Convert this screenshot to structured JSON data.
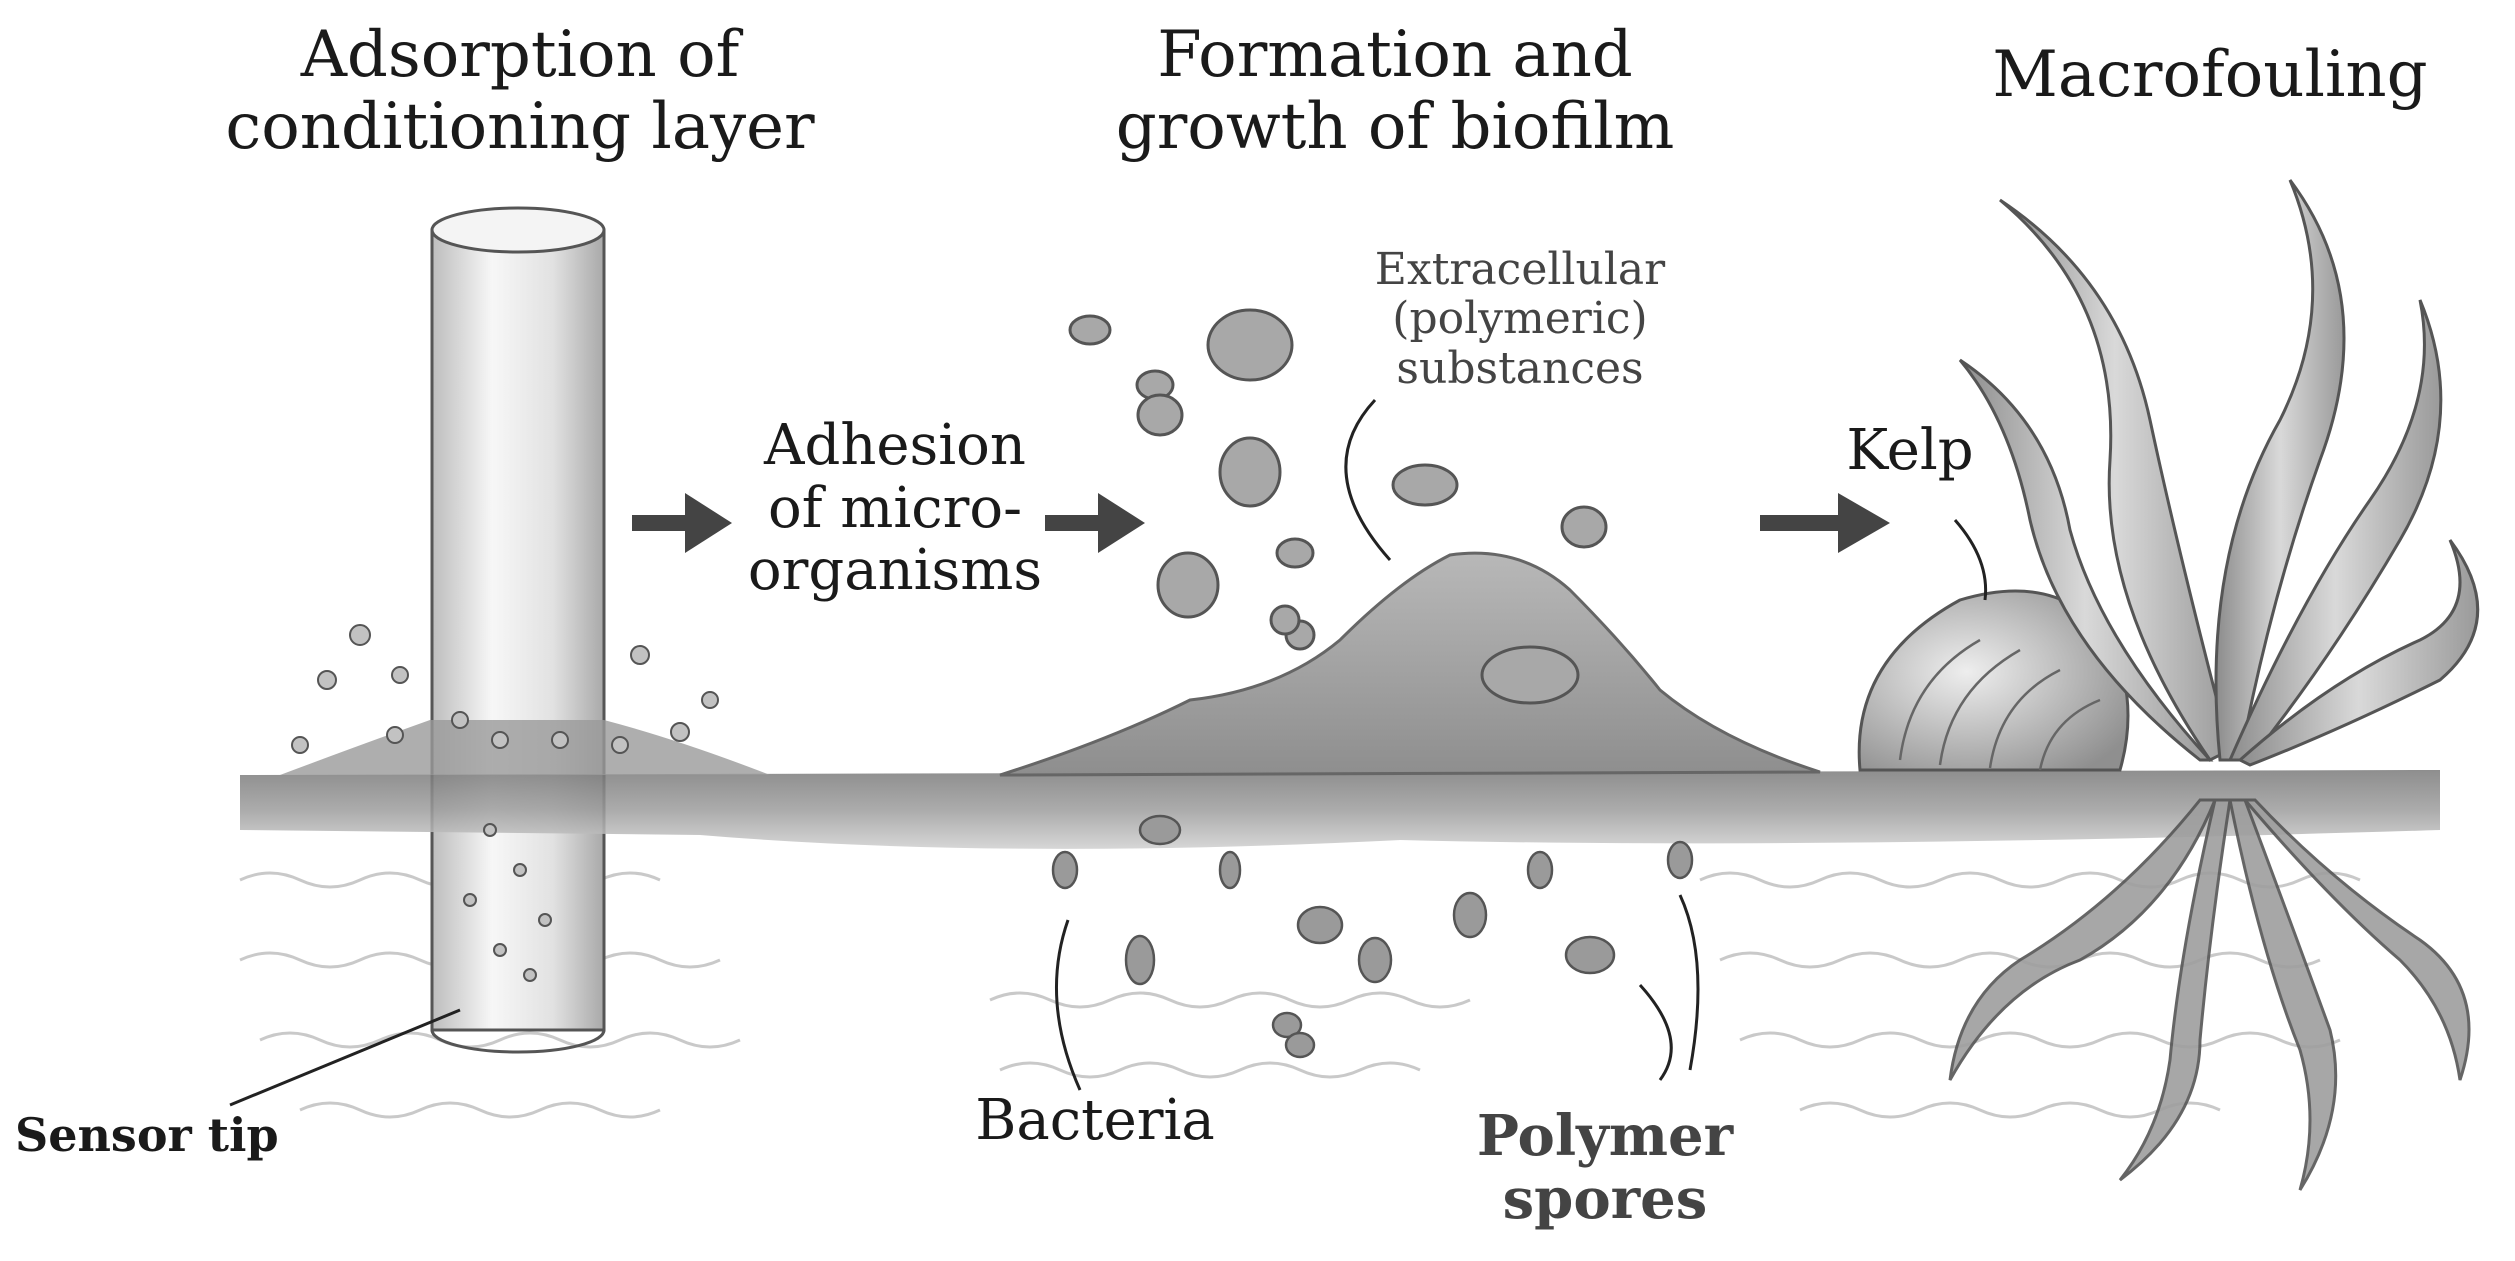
{
  "titles": {
    "stage1": "Adsorption of\nconditioning layer",
    "stage2": "Formation and\ngrowth of biofilm",
    "stage3": "Macrofouling"
  },
  "labels": {
    "adhesion": "Adhesion\nof micro-\norganisms",
    "eps": "Extracellular\n(polymeric)\nsubstances",
    "kelp": "Kelp",
    "sensor_tip": "Sensor tip",
    "bacteria": "Bacteria",
    "polymer_spores": "Polymer\nspores"
  },
  "colors": {
    "ink": "#1a1a1a",
    "arrow": "#444444",
    "layer": "#8a8a8a",
    "biofilm": "#a8a8a8",
    "kelp": "#9a9a9a",
    "water": "#c9c9c9"
  }
}
